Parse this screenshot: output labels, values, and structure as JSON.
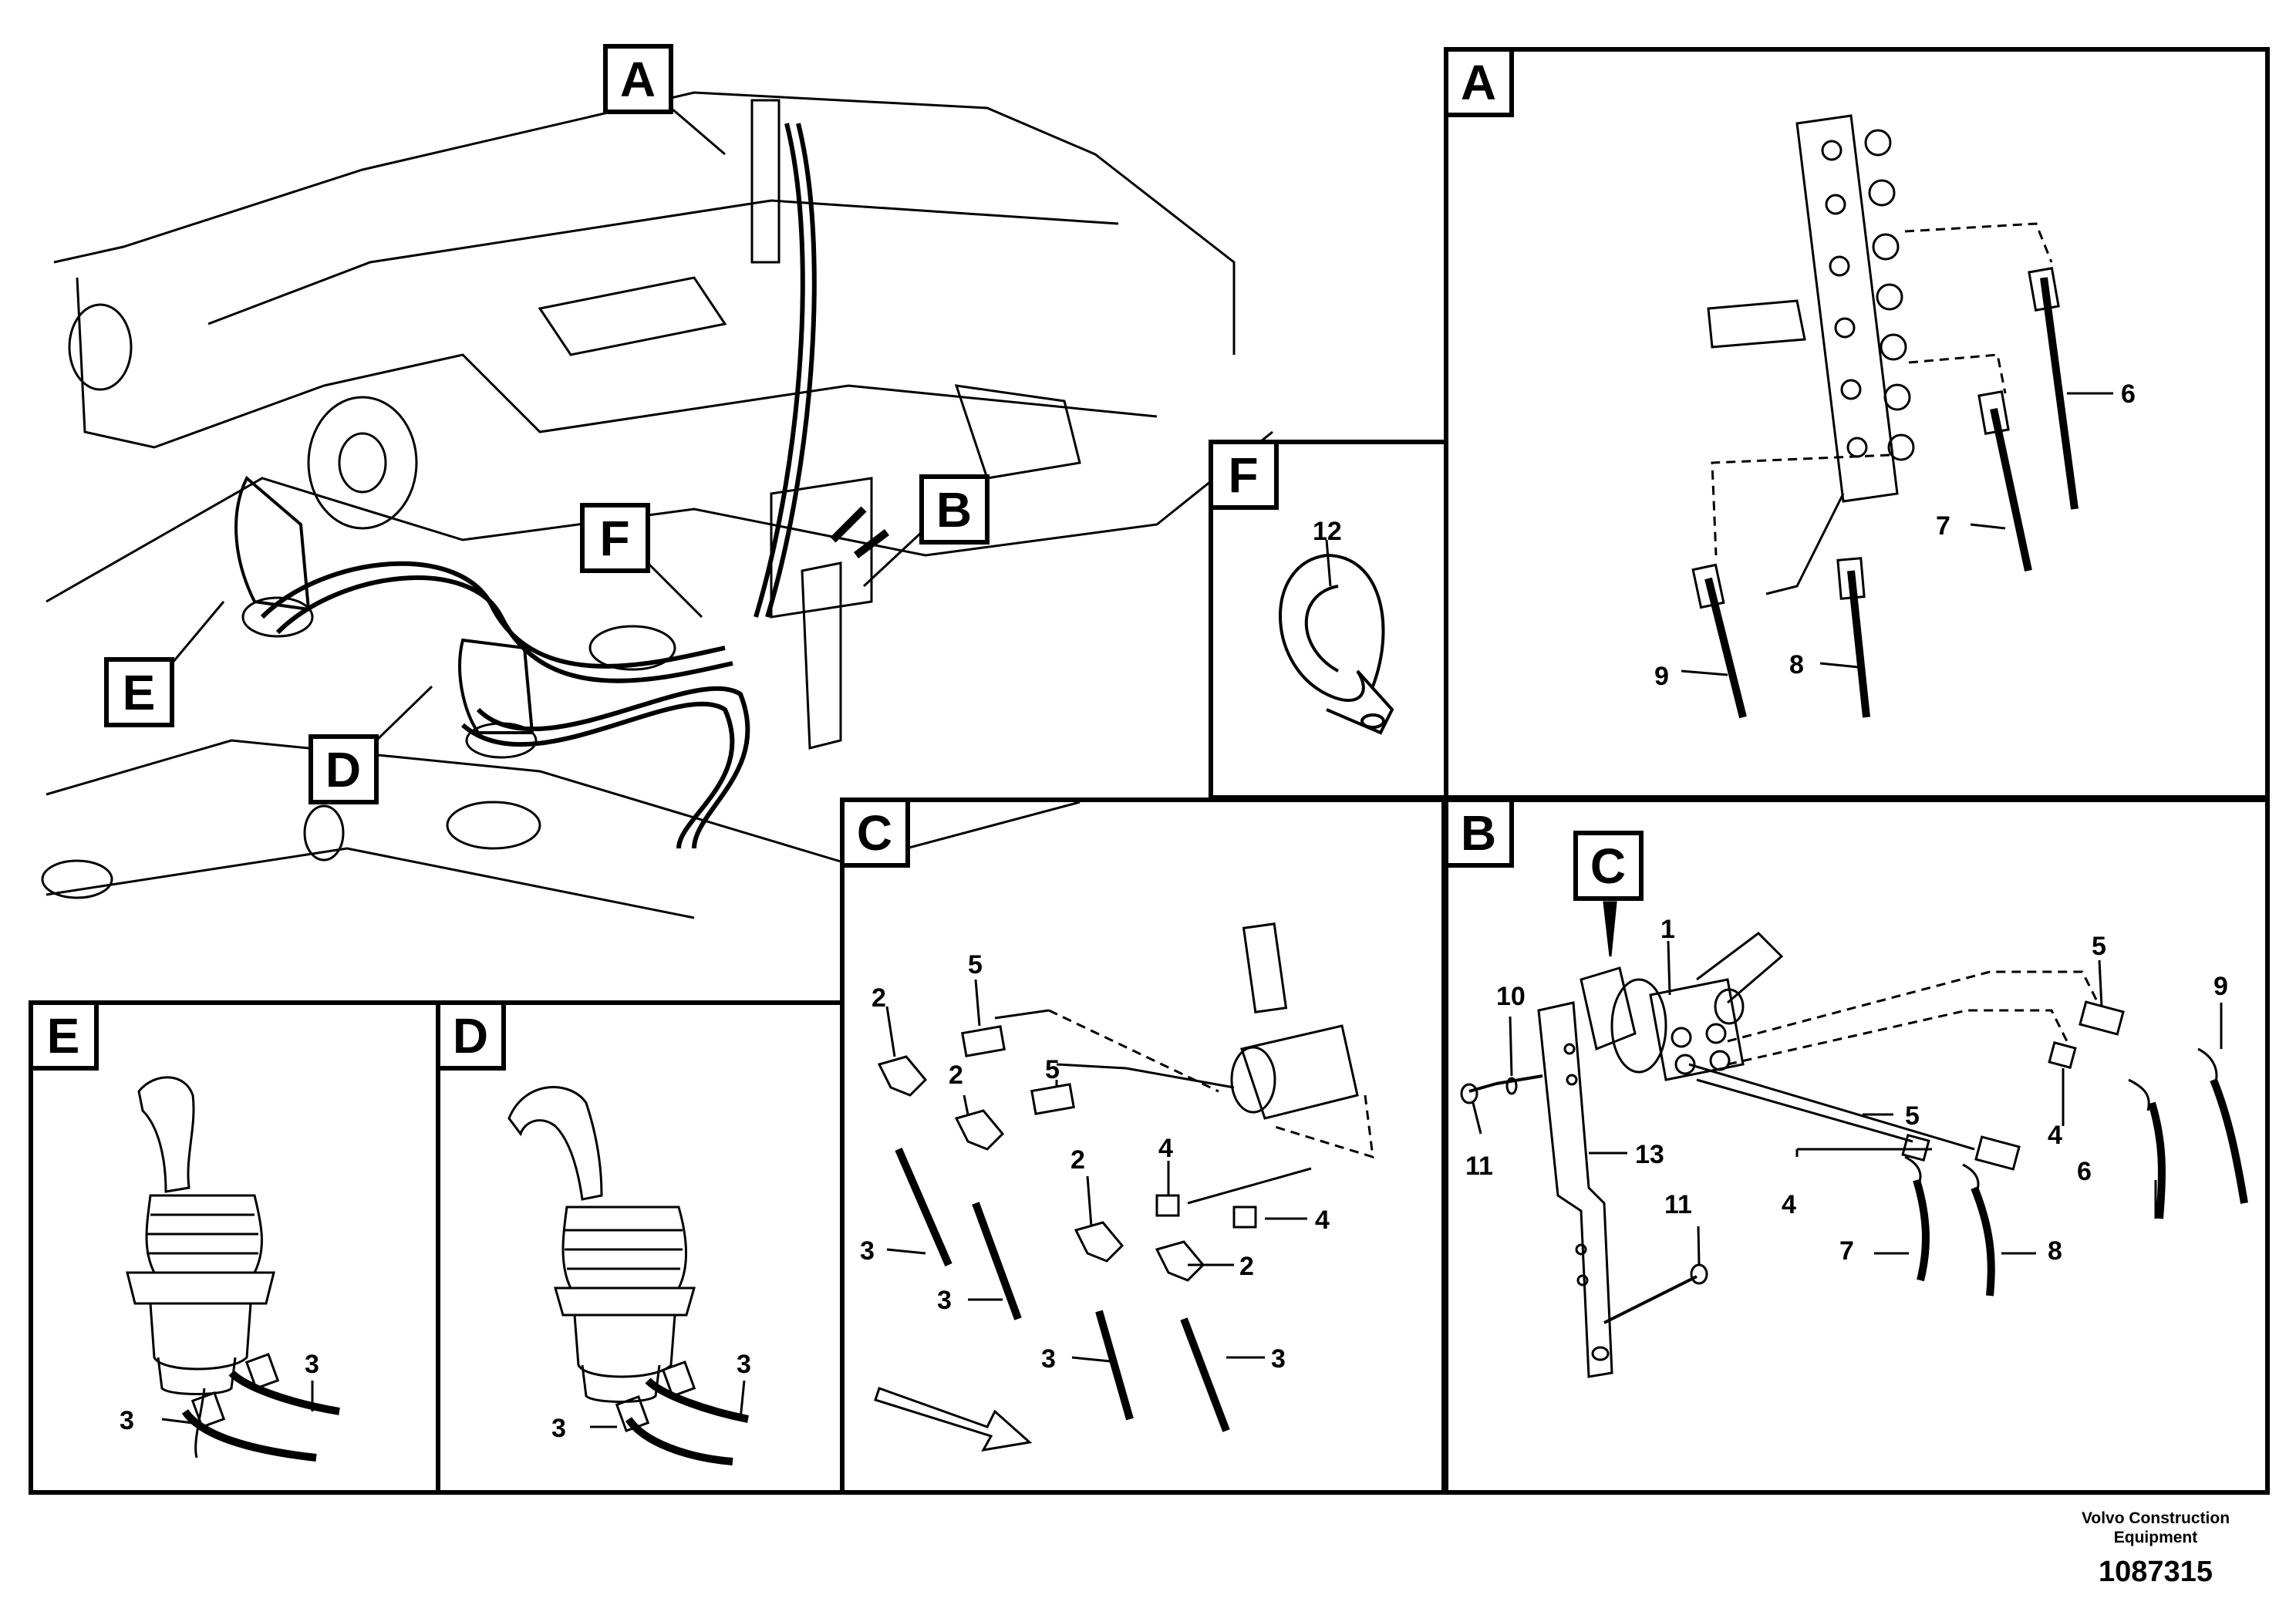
{
  "main_view": {
    "callouts": [
      "A",
      "B",
      "F",
      "E",
      "D"
    ]
  },
  "panels": {
    "A": {
      "title": "A",
      "labels": [
        "6",
        "7",
        "8",
        "9"
      ]
    },
    "F": {
      "title": "F",
      "labels": [
        "12"
      ]
    },
    "C": {
      "title": "C",
      "labels": [
        "2",
        "5",
        "2",
        "5",
        "4",
        "2",
        "4",
        "2",
        "3",
        "3",
        "3",
        "3"
      ]
    },
    "B": {
      "title": "B",
      "sub_callout": "C",
      "labels": [
        "1",
        "10",
        "11",
        "13",
        "11",
        "5",
        "9",
        "5",
        "4",
        "4",
        "6",
        "7",
        "8"
      ]
    },
    "E": {
      "title": "E",
      "labels": [
        "3",
        "3"
      ]
    },
    "D": {
      "title": "D",
      "labels": [
        "3",
        "3"
      ]
    }
  },
  "footer": {
    "company_line1": "Volvo Construction",
    "company_line2": "Equipment",
    "drawing_number": "1087315"
  }
}
